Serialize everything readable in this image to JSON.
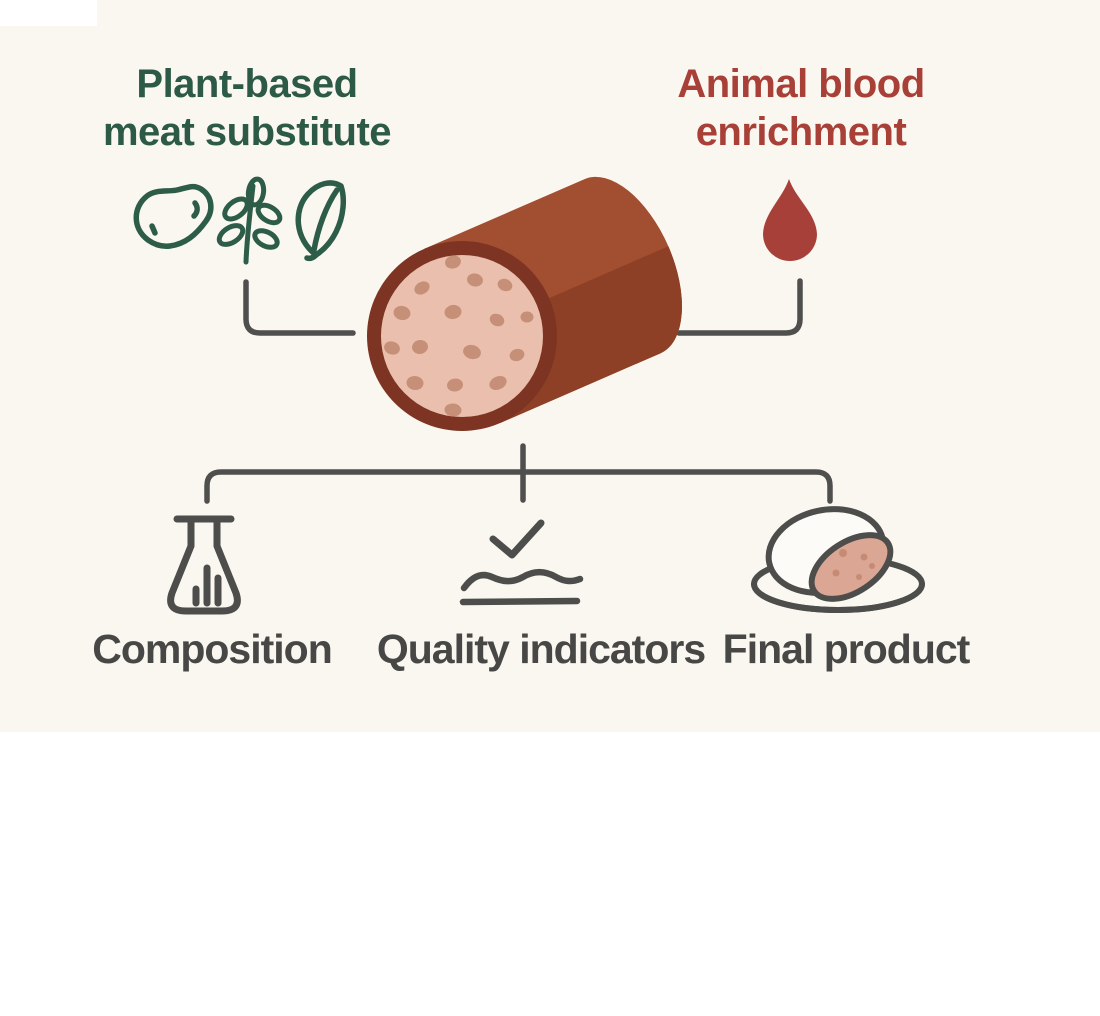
{
  "panel": {
    "bg_top": "#faf6f0",
    "bg_bottom": "#ffffff"
  },
  "inputs": {
    "plant": {
      "label": "Plant-based\nmeat substitute",
      "color": "#2c5a47",
      "icons": [
        "bean-icon",
        "wheat-sprig-icon",
        "leaf-icon"
      ]
    },
    "blood": {
      "label": "Animal blood\nenrichment",
      "color": "#a84038",
      "icons": [
        "blood-drop-icon"
      ]
    }
  },
  "center_illustration": {
    "name": "sausage-cylinder",
    "colors": {
      "body": "#a24e31",
      "body_shadow": "#8d4026",
      "rim": "#7d3422",
      "cut_face": "#eabfad",
      "speckles": "#c68f77"
    }
  },
  "outputs": [
    {
      "label": "Composition",
      "icon": "flask-chart-icon"
    },
    {
      "label": "Quality indicators",
      "icon": "checkmark-wave-icon"
    },
    {
      "label": "Final product",
      "icon": "plate-sausage-icon"
    }
  ],
  "line_color": "#4f4f4d",
  "label_color": "#474745"
}
